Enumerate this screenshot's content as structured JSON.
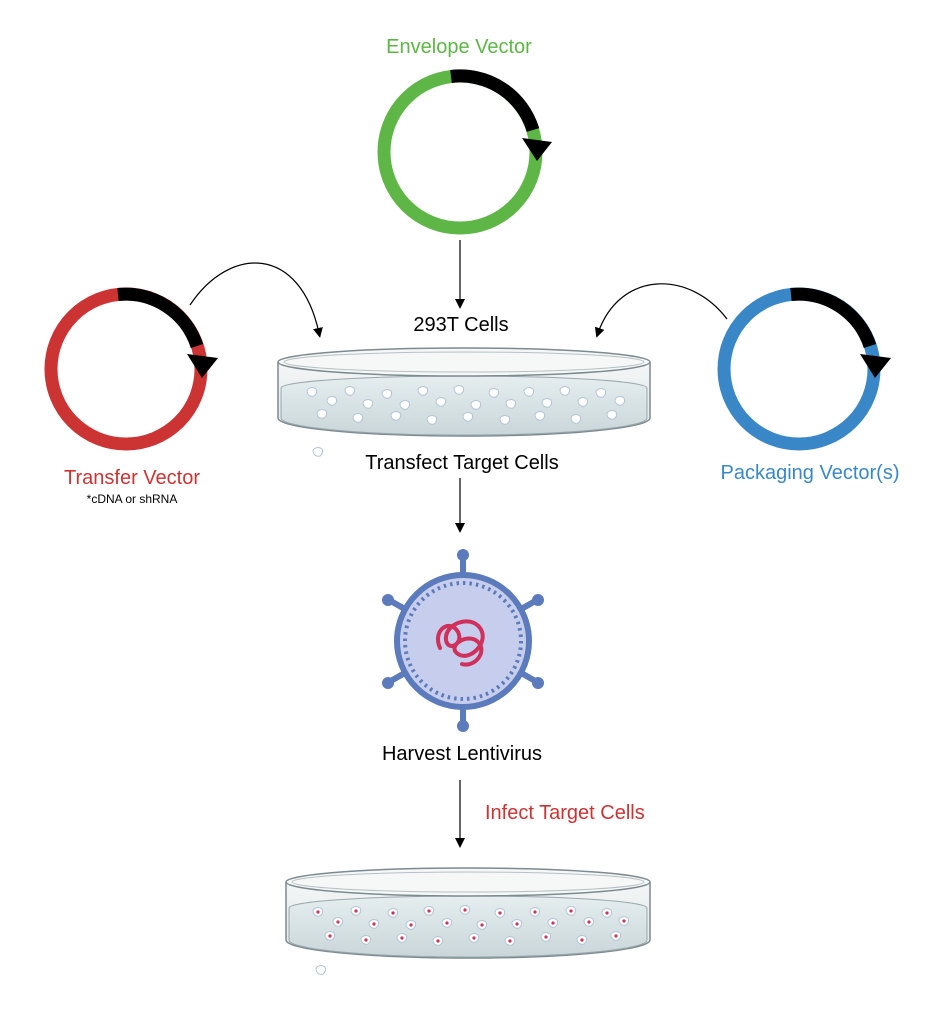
{
  "labels": {
    "envelope_vector": "Envelope Vector",
    "transfer_vector": "Transfer Vector",
    "transfer_note": "*cDNA or shRNA",
    "packaging_vector": "Packaging Vector(s)",
    "cells_293t": "293T Cells",
    "transfect": "Transfect Target Cells",
    "harvest": "Harvest Lentivirus",
    "infect": "Infect Target Cells"
  },
  "colors": {
    "envelope": "#5db646",
    "transfer": "#cc3333",
    "packaging": "#3a87c8",
    "black": "#000000",
    "virus_body": "#5b7bbd",
    "virus_fill": "#c7cdec",
    "rna": "#d0305a"
  },
  "icons": {
    "plasmid": "circular-plasmid-icon",
    "dish": "petri-dish-icon",
    "virus": "lentivirus-particle-icon"
  }
}
